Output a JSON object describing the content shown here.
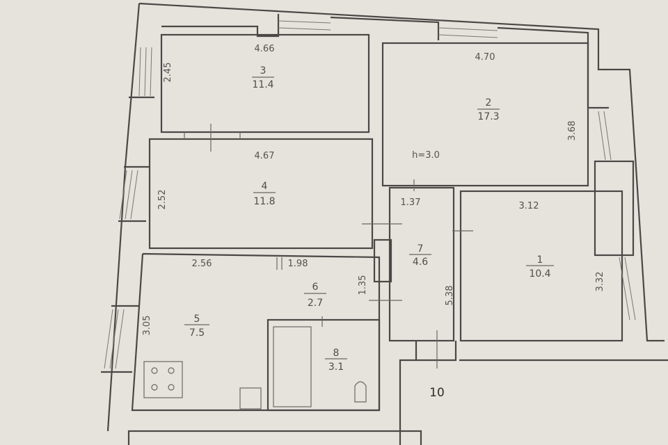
{
  "plan": {
    "ceiling_height": "h=3.0",
    "rooms": [
      {
        "number": "1",
        "area": "10.4"
      },
      {
        "number": "2",
        "area": "17.3"
      },
      {
        "number": "3",
        "area": "11.4"
      },
      {
        "number": "4",
        "area": "11.8"
      },
      {
        "number": "5",
        "area": "7.5"
      },
      {
        "number": "6",
        "area": "2.7"
      },
      {
        "number": "7",
        "area": "4.6"
      },
      {
        "number": "8",
        "area": "3.1"
      }
    ],
    "other_room": "10",
    "dimensions": {
      "r3_width": "4.66",
      "r3_depth": "2.45",
      "r2_width": "4.70",
      "r2_depth": "3.68",
      "r4_width": "4.67",
      "r4_depth": "2.52",
      "r7_width": "1.37",
      "r7_depth": "5.38",
      "r1_width": "3.12",
      "r1_depth": "3.32",
      "r5_width": "2.56",
      "r6_width": "1.98",
      "r6_depth": "1.35",
      "r5_depth": "3.05"
    }
  }
}
